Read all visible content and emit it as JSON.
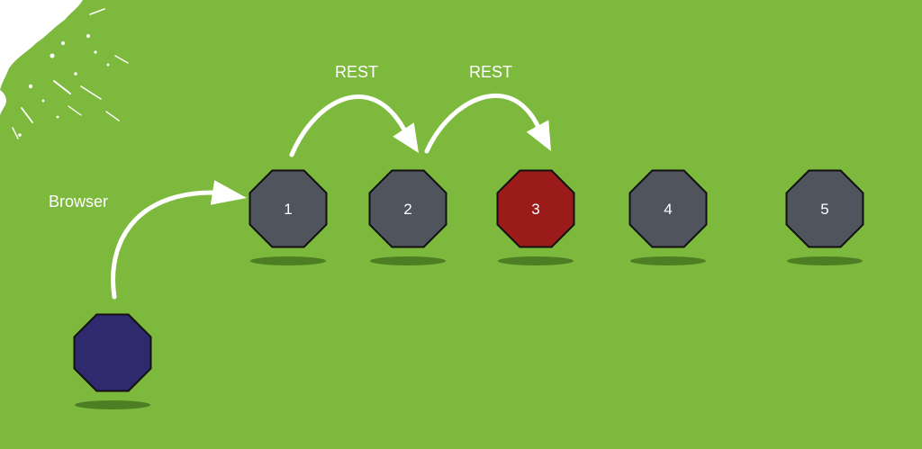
{
  "colors": {
    "background": "#7cb93c",
    "node_default": "#50545c",
    "node_highlight": "#9b1b1b",
    "node_client": "#2f2a6e",
    "node_outline": "#111111",
    "arrow": "#ffffff",
    "shadow": "#3f6b1c"
  },
  "nodes": [
    {
      "id": "client",
      "label": "",
      "style": "client"
    },
    {
      "id": "n1",
      "label": "1",
      "style": "default"
    },
    {
      "id": "n2",
      "label": "2",
      "style": "default"
    },
    {
      "id": "n3",
      "label": "3",
      "style": "highlight"
    },
    {
      "id": "n4",
      "label": "4",
      "style": "default"
    },
    {
      "id": "n5",
      "label": "5",
      "style": "default"
    }
  ],
  "edges": [
    {
      "from": "client",
      "to": "n1",
      "label": "Browser"
    },
    {
      "from": "n1",
      "to": "n2",
      "label": "REST"
    },
    {
      "from": "n2",
      "to": "n3",
      "label": "REST"
    }
  ]
}
